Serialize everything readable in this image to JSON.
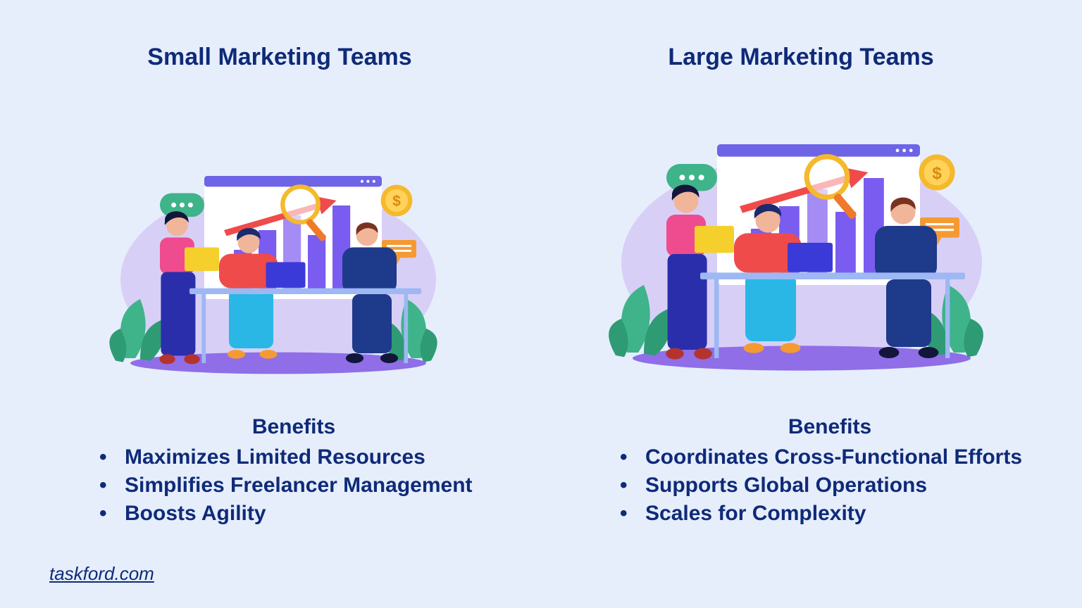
{
  "small": {
    "title": "Small Marketing Teams",
    "benefits_heading": "Benefits",
    "benefits": [
      "Maximizes Limited Resources",
      "Simplifies Freelancer Management",
      "Boosts Agility"
    ]
  },
  "large": {
    "title": "Large Marketing Teams",
    "benefits_heading": "Benefits",
    "benefits": [
      "Coordinates Cross-Functional Efforts",
      "Supports Global Operations",
      "Scales for Complexity"
    ]
  },
  "footer": {
    "link_text": "taskford.com"
  },
  "bullet_symbol": "•",
  "colors": {
    "background": "#e6eefc",
    "text": "#0f2a78",
    "accent_purple": "#7b5cf0",
    "blob": "#d6cdf7",
    "plant": "#3fb38a",
    "arrow": "#ef4b4b",
    "coin": "#f5b92c"
  },
  "icons": [
    "speech-bubble-icon",
    "magnifier-icon",
    "coin-icon",
    "message-icon",
    "laptop-icon",
    "bar-chart-icon",
    "trend-arrow-icon"
  ]
}
